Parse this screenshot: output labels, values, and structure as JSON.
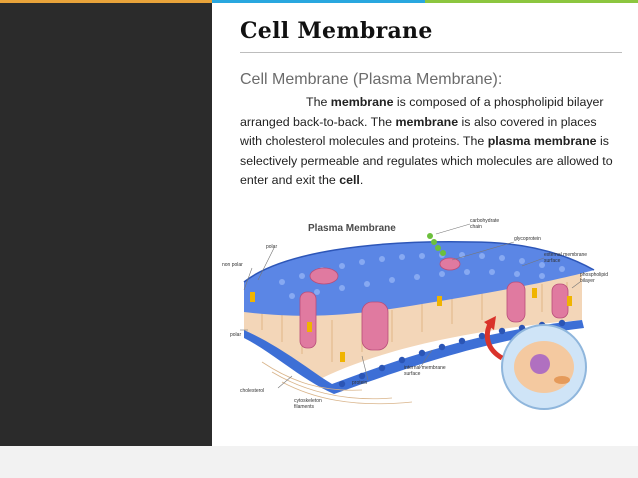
{
  "slide": {
    "title": "Cell Membrane",
    "subtitle": "Cell Membrane (Plasma Membrane):",
    "paragraph": [
      {
        "text": "The ",
        "bold": false
      },
      {
        "text": "membrane",
        "bold": true
      },
      {
        "text": " is composed of a phospholipid bilayer arranged back-to-back. The ",
        "bold": false
      },
      {
        "text": "membrane",
        "bold": true
      },
      {
        "text": " is also covered in places with cholesterol molecules and proteins. The ",
        "bold": false
      },
      {
        "text": "plasma membrane",
        "bold": true
      },
      {
        "text": " is selectively permeable and regulates which molecules are allowed to enter and exit the ",
        "bold": false
      },
      {
        "text": "cell",
        "bold": true
      },
      {
        "text": ".",
        "bold": false
      }
    ]
  },
  "figure": {
    "heading": "Plasma Membrane",
    "labels": {
      "carbohydrate": "carbohydrate",
      "chain": "chain",
      "glycoprotein": "glycoprotein",
      "polar_top": "polar",
      "non_polar": "non polar",
      "external_1": "external membrane",
      "external_2": "surface",
      "phospholipid_1": "phospholipid",
      "phospholipid_2": "bilayer",
      "polar_bottom": "polar",
      "internal_1": "internal membrane",
      "internal_2": "surface",
      "protein": "protein",
      "cholesterol": "cholesterol",
      "cytoskeleton_1": "cytoskeleton",
      "cytoskeleton_2": "filaments"
    },
    "colors": {
      "lipid_head": "#3d6fd6",
      "lipid_tail": "#e6b07a",
      "protein": "#e07aa0",
      "cholesterol": "#f0b400",
      "carbohydrate": "#6cbf3c",
      "arrow": "#d9332b"
    }
  }
}
